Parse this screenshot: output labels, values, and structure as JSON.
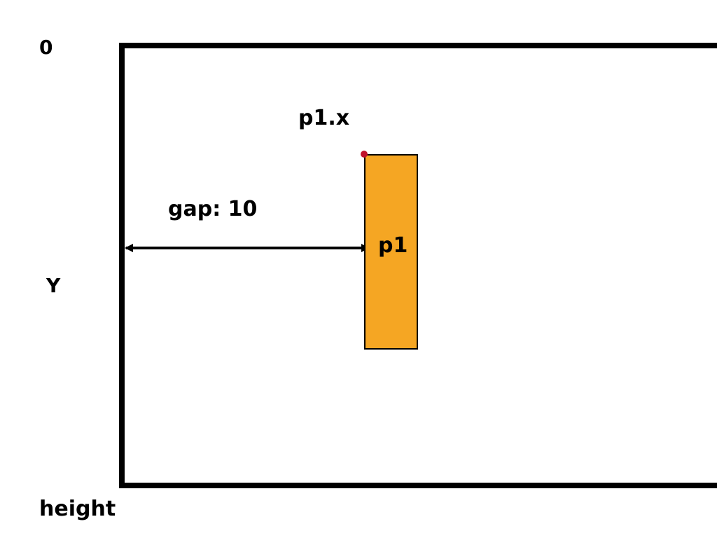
{
  "labels": {
    "origin": "0",
    "y": "Y",
    "height": "height",
    "point_x": "p1.x",
    "gap": "gap: 10",
    "paddle": "p1"
  },
  "colors": {
    "paddle_fill": "#F5A623",
    "outline": "#000000",
    "corner_dot": "#C0112B",
    "background": "#FFFFFF"
  }
}
